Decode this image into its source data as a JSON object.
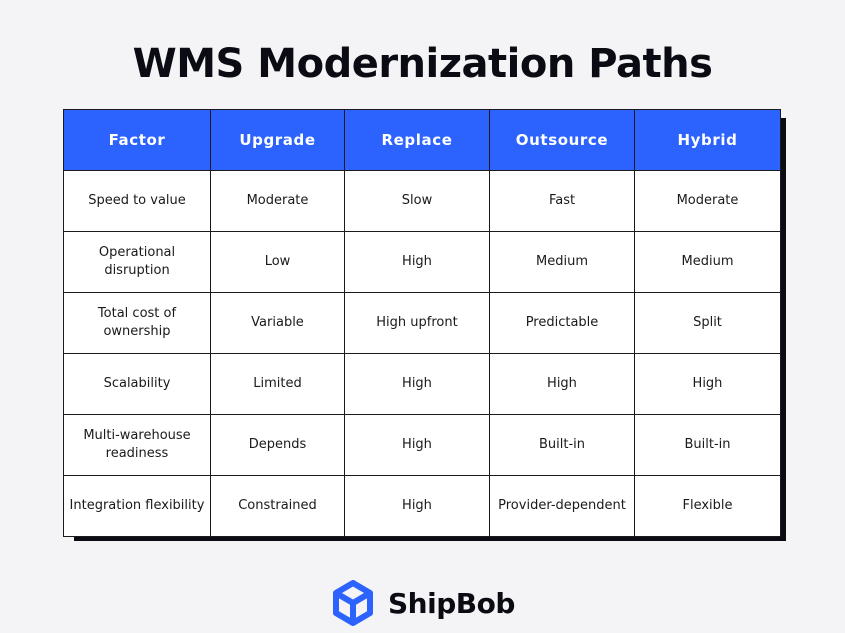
{
  "title": "WMS Modernization Paths",
  "table": {
    "headers": [
      "Factor",
      "Upgrade",
      "Replace",
      "Outsource",
      "Hybrid"
    ],
    "rows": [
      [
        "Speed to value",
        "Moderate",
        "Slow",
        "Fast",
        "Moderate"
      ],
      [
        "Operational disruption",
        "Low",
        "High",
        "Medium",
        "Medium"
      ],
      [
        "Total cost of ownership",
        "Variable",
        "High upfront",
        "Predictable",
        "Split"
      ],
      [
        "Scalability",
        "Limited",
        "High",
        "High",
        "High"
      ],
      [
        "Multi-warehouse readiness",
        "Depends",
        "High",
        "Built-in",
        "Built-in"
      ],
      [
        "Integration flexibility",
        "Constrained",
        "High",
        "Provider-dependent",
        "Flexible"
      ]
    ]
  },
  "logo": {
    "text": "ShipBob",
    "icon": "shipbob-box-icon"
  },
  "colors": {
    "header_bg": "#2c63ff",
    "shadow": "#0b0b14",
    "background": "#f4f4f6"
  }
}
